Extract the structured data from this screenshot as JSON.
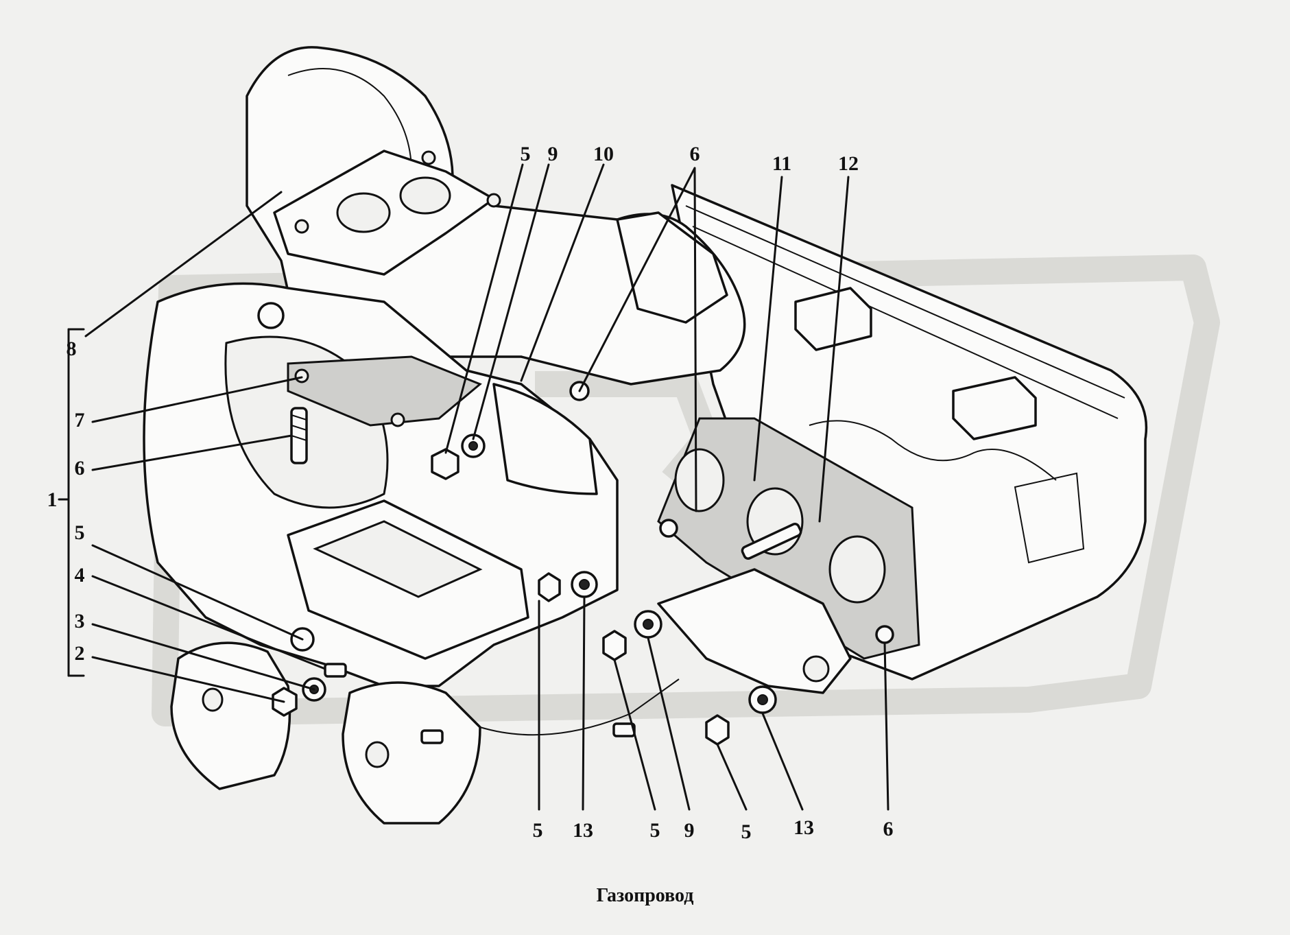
{
  "caption": "Газопровод",
  "colors": {
    "background": "#f1f1ef",
    "ink": "#111111",
    "watermark": "#dadad6"
  },
  "callouts": [
    {
      "id": "c8",
      "text": "8"
    },
    {
      "id": "c7",
      "text": "7"
    },
    {
      "id": "c6a",
      "text": "6"
    },
    {
      "id": "c1",
      "text": "1"
    },
    {
      "id": "c5a",
      "text": "5"
    },
    {
      "id": "c4",
      "text": "4"
    },
    {
      "id": "c3",
      "text": "3"
    },
    {
      "id": "c2",
      "text": "2"
    },
    {
      "id": "c5t",
      "text": "5"
    },
    {
      "id": "c9t",
      "text": "9"
    },
    {
      "id": "c10",
      "text": "10"
    },
    {
      "id": "c6t",
      "text": "6"
    },
    {
      "id": "c11",
      "text": "11"
    },
    {
      "id": "c12",
      "text": "12"
    },
    {
      "id": "c5b1",
      "text": "5"
    },
    {
      "id": "c13a",
      "text": "13"
    },
    {
      "id": "c5b2",
      "text": "5"
    },
    {
      "id": "c9b",
      "text": "9"
    },
    {
      "id": "c5b3",
      "text": "5"
    },
    {
      "id": "c13b",
      "text": "13"
    },
    {
      "id": "c6b",
      "text": "6"
    }
  ]
}
